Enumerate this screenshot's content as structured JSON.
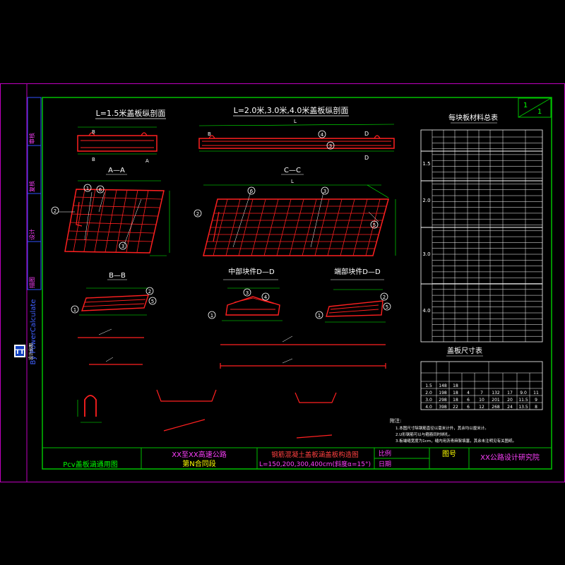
{
  "colors": {
    "background": "#000000",
    "frame_magenta": "#c000c0",
    "frame_green": "#00c000",
    "rebar_red": "#ff2020",
    "dim_white": "#ffffff",
    "title_yellow": "#ffff00",
    "subtitle_magenta": "#ff40ff",
    "dimline_green": "#00ff00",
    "title_red": "#ff4040",
    "table_white": "#ffffff"
  },
  "sheet": {
    "number": "1",
    "total": "1"
  },
  "views": {
    "title_15": "L=1.5米盖板纵剖面",
    "title_234": "L=2.0米,3.0米,4.0米盖板纵剖面",
    "section_aa": "A—A",
    "section_bb": "B—B",
    "section_cc": "C—C",
    "section_mid": "中部块件D—D",
    "section_end": "端部块件D—D",
    "label_a": "A",
    "label_b": "B",
    "label_d": "D",
    "label_l": "L",
    "markers": [
      "1",
      "2",
      "3",
      "4",
      "5",
      "6"
    ]
  },
  "material_table": {
    "title": "每块板材料总表",
    "spans": [
      "1.5",
      "2.0",
      "3.0",
      "4.0"
    ]
  },
  "size_table": {
    "title": "盖板尺寸表",
    "rows": [
      [
        "1.5",
        "148",
        "18",
        "",
        "",
        "",
        "",
        ""
      ],
      [
        "2.0",
        "198",
        "18",
        "4",
        "7",
        "132",
        "17",
        "9.0",
        "11"
      ],
      [
        "3.0",
        "298",
        "18",
        "6",
        "10",
        "201",
        "20",
        "11.5",
        "9"
      ],
      [
        "4.0",
        "398",
        "22",
        "6",
        "12",
        "268",
        "24",
        "13.5",
        "8"
      ]
    ]
  },
  "notes": {
    "label": "附注:",
    "lines": [
      "1.本图尺寸除钢筋直径以毫米计外，其余均以厘米计。",
      "2.U形钢筋可以与箍筋同时绑扎。",
      "3.板端缝宽度为1cm，缝内用沥青麻絮填塞，其余未注明见有关图纸。"
    ]
  },
  "side_strip": {
    "labels": [
      "审核",
      "复核",
      "设计",
      "描图"
    ],
    "watermark": "By PowerCalculate",
    "logo_text": "TT",
    "logo_caption": "设计出图"
  },
  "title_block": {
    "left": "Pcv盖板涵通用图",
    "project_line1": "XX至XX高速公路",
    "project_line2": "第N合同段",
    "drawing_title": "钢筋混凝土盖板涵盖板构造图",
    "drawing_subtitle": "L=150,200,300,400cm(斜度α=15°)",
    "scale_label": "比例",
    "date_label": "日期",
    "figure_label": "图号",
    "institute": "XX公路设计研究院"
  }
}
